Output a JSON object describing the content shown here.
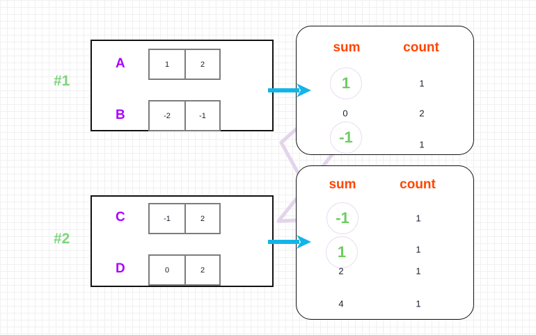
{
  "diagram": {
    "title": "",
    "colors": {
      "partition_label": "#7ed37e",
      "row_name": "#aa00ff",
      "column_header": "#ff4500",
      "circled_value": "#6ecb63",
      "connector": "#e3d4ec",
      "arrow": "#12b5e8",
      "box_border": "#111111",
      "cell_border": "#7c7c7c",
      "grid": "#e4e4e4"
    },
    "partitions": [
      {
        "label": "#1",
        "rows": [
          {
            "name": "A",
            "cells": [
              "1",
              "2"
            ]
          },
          {
            "name": "B",
            "cells": [
              "-2",
              "-1"
            ]
          }
        ]
      },
      {
        "label": "#2",
        "rows": [
          {
            "name": "C",
            "cells": [
              "-1",
              "2"
            ]
          },
          {
            "name": "D",
            "cells": [
              "0",
              "2"
            ]
          }
        ]
      }
    ],
    "results": [
      {
        "headers": {
          "sum": "sum",
          "count": "count"
        },
        "rows": [
          {
            "sum": "1",
            "count": "1",
            "circled": true
          },
          {
            "sum": "0",
            "count": "2",
            "circled": false
          },
          {
            "sum": "-1",
            "count": "1",
            "circled": true
          }
        ]
      },
      {
        "headers": {
          "sum": "sum",
          "count": "count"
        },
        "rows": [
          {
            "sum": "-1",
            "count": "1",
            "circled": true
          },
          {
            "sum": "1",
            "count": "1",
            "circled": true
          },
          {
            "sum": "2",
            "count": "1",
            "circled": false
          },
          {
            "sum": "4",
            "count": "1",
            "circled": false
          }
        ]
      }
    ],
    "arrows": [
      {
        "name": "arrow-partition-1-to-result-1"
      },
      {
        "name": "arrow-partition-2-to-result-2"
      }
    ],
    "connectors": [
      {
        "name": "connector-sum-1",
        "from": "result-1-sum-1",
        "to": "result-2-sum-1"
      },
      {
        "name": "connector-sum-minus-1",
        "from": "result-1-sum-minus-1",
        "to": "result-2-sum-minus-1"
      }
    ]
  }
}
